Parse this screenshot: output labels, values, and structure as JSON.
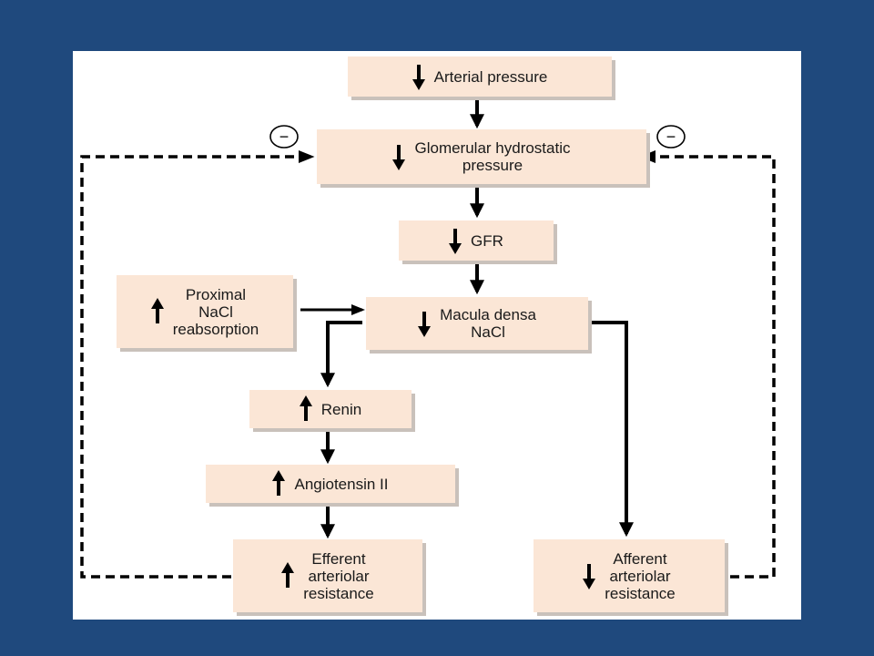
{
  "colors": {
    "background": "#1f497d",
    "panel": "#ffffff",
    "box_fill": "#fbe6d6",
    "box_shadow": "#c9c1bb",
    "ink": "#000000"
  },
  "nodes": [
    {
      "id": "arterial-pressure",
      "label": "Arterial pressure",
      "direction": "down"
    },
    {
      "id": "glomerular-hydrostatic-pressure",
      "label": "Glomerular hydrostatic\npressure",
      "direction": "down"
    },
    {
      "id": "gfr",
      "label": "GFR",
      "direction": "down"
    },
    {
      "id": "proximal-nacl-reabsorption",
      "label": "Proximal\nNaCl\nreabsorption",
      "direction": "up"
    },
    {
      "id": "macula-densa-nacl",
      "label": "Macula densa\nNaCl",
      "direction": "down"
    },
    {
      "id": "renin",
      "label": "Renin",
      "direction": "up"
    },
    {
      "id": "angiotensin-ii",
      "label": "Angiotensin II",
      "direction": "up"
    },
    {
      "id": "efferent-arteriolar-resistance",
      "label": "Efferent\narteriolar\nresistance",
      "direction": "up"
    },
    {
      "id": "afferent-arteriolar-resistance",
      "label": "Afferent\narteriolar\nresistance",
      "direction": "down"
    }
  ],
  "feedback": {
    "left_sign": "−",
    "right_sign": "−"
  }
}
